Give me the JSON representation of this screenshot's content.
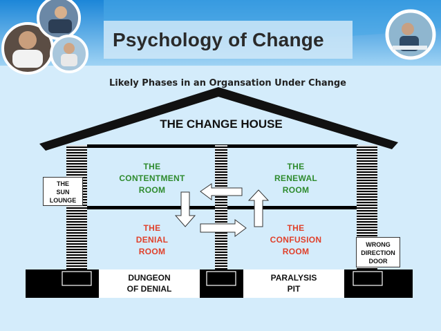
{
  "slide": {
    "title": "Psychology of Change",
    "subtitle": "Likely Phases in an Organsation Under Change"
  },
  "house": {
    "title": "THE CHANGE HOUSE",
    "rooms": {
      "contentment": [
        "THE",
        "CONTENTMENT",
        "ROOM"
      ],
      "renewal": [
        "THE",
        "RENEWAL",
        "ROOM"
      ],
      "denial": [
        "THE",
        "DENIAL",
        "ROOM"
      ],
      "confusion": [
        "THE",
        "CONFUSION",
        "ROOM"
      ]
    },
    "side_boxes": {
      "sun_lounge": [
        "THE",
        "SUN",
        "LOUNGE"
      ],
      "wrong_direction_door": [
        "WRONG",
        "DIRECTION",
        "DOOR"
      ]
    },
    "basement": {
      "dungeon": [
        "DUNGEON",
        "OF DENIAL"
      ],
      "paralysis": [
        "PARALYSIS",
        "PIT"
      ]
    }
  },
  "colors": {
    "background": "#d4ecfb",
    "header": "#3a9fe0",
    "phase_green": "#2e8b2e",
    "phase_red": "#e0402a"
  }
}
